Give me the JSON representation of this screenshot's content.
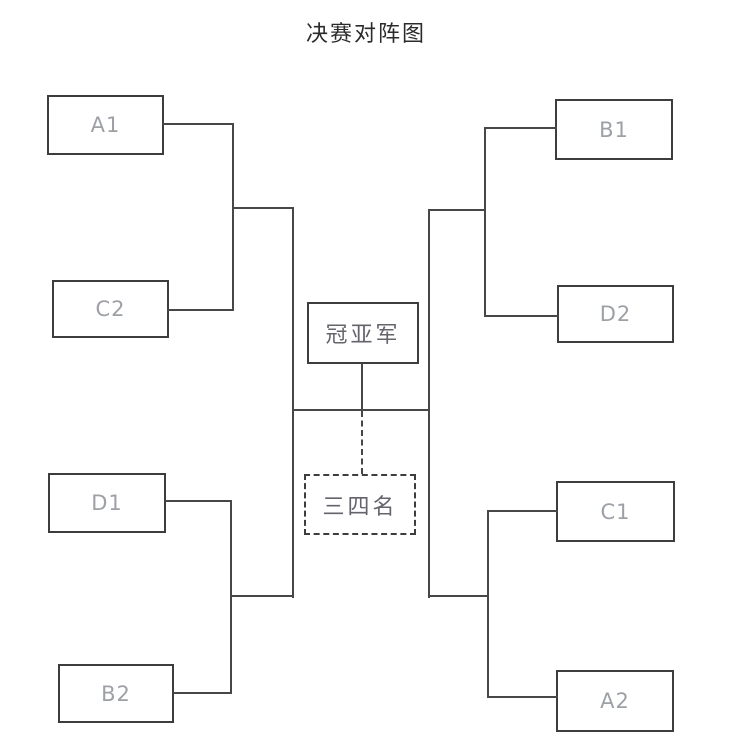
{
  "title": "决赛对阵图",
  "teams": {
    "a1": "A1",
    "c2": "C2",
    "d1": "D1",
    "b2": "B2",
    "b1": "B1",
    "d2": "D2",
    "c1": "C1",
    "a2": "A2"
  },
  "center": {
    "final_label": "冠亚军",
    "third_place_label": "三四名"
  },
  "colors": {
    "background": "#ffffff",
    "connector_line": "#474747",
    "box_border": "#3d3d3d",
    "team_text": "#9da1a6",
    "center_text": "#64646c",
    "title_text": "#2b2b2b"
  }
}
